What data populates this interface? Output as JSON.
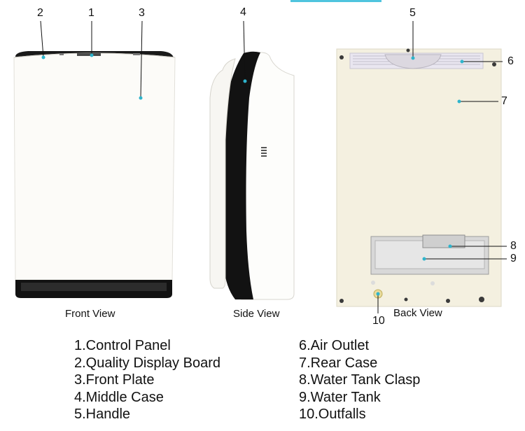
{
  "views": {
    "front": "Front View",
    "side": "Side View",
    "back": "Back View"
  },
  "callouts": [
    "1",
    "2",
    "3",
    "4",
    "5",
    "6",
    "7",
    "8",
    "9",
    "10"
  ],
  "parts_left": [
    "1.Control Panel",
    "2.Quality Display Board",
    "3.Front Plate",
    "4.Middle Case",
    "5.Handle"
  ],
  "parts_right": [
    "6.Air Outlet",
    "7.Rear Case",
    "8.Water Tank Clasp",
    "9.Water Tank",
    "10.Outfalls"
  ],
  "colors": {
    "accent": "#2eb4cc",
    "black_body": "#111111",
    "white_panel": "#fbfaf6",
    "rear_case": "#f3efdf"
  }
}
